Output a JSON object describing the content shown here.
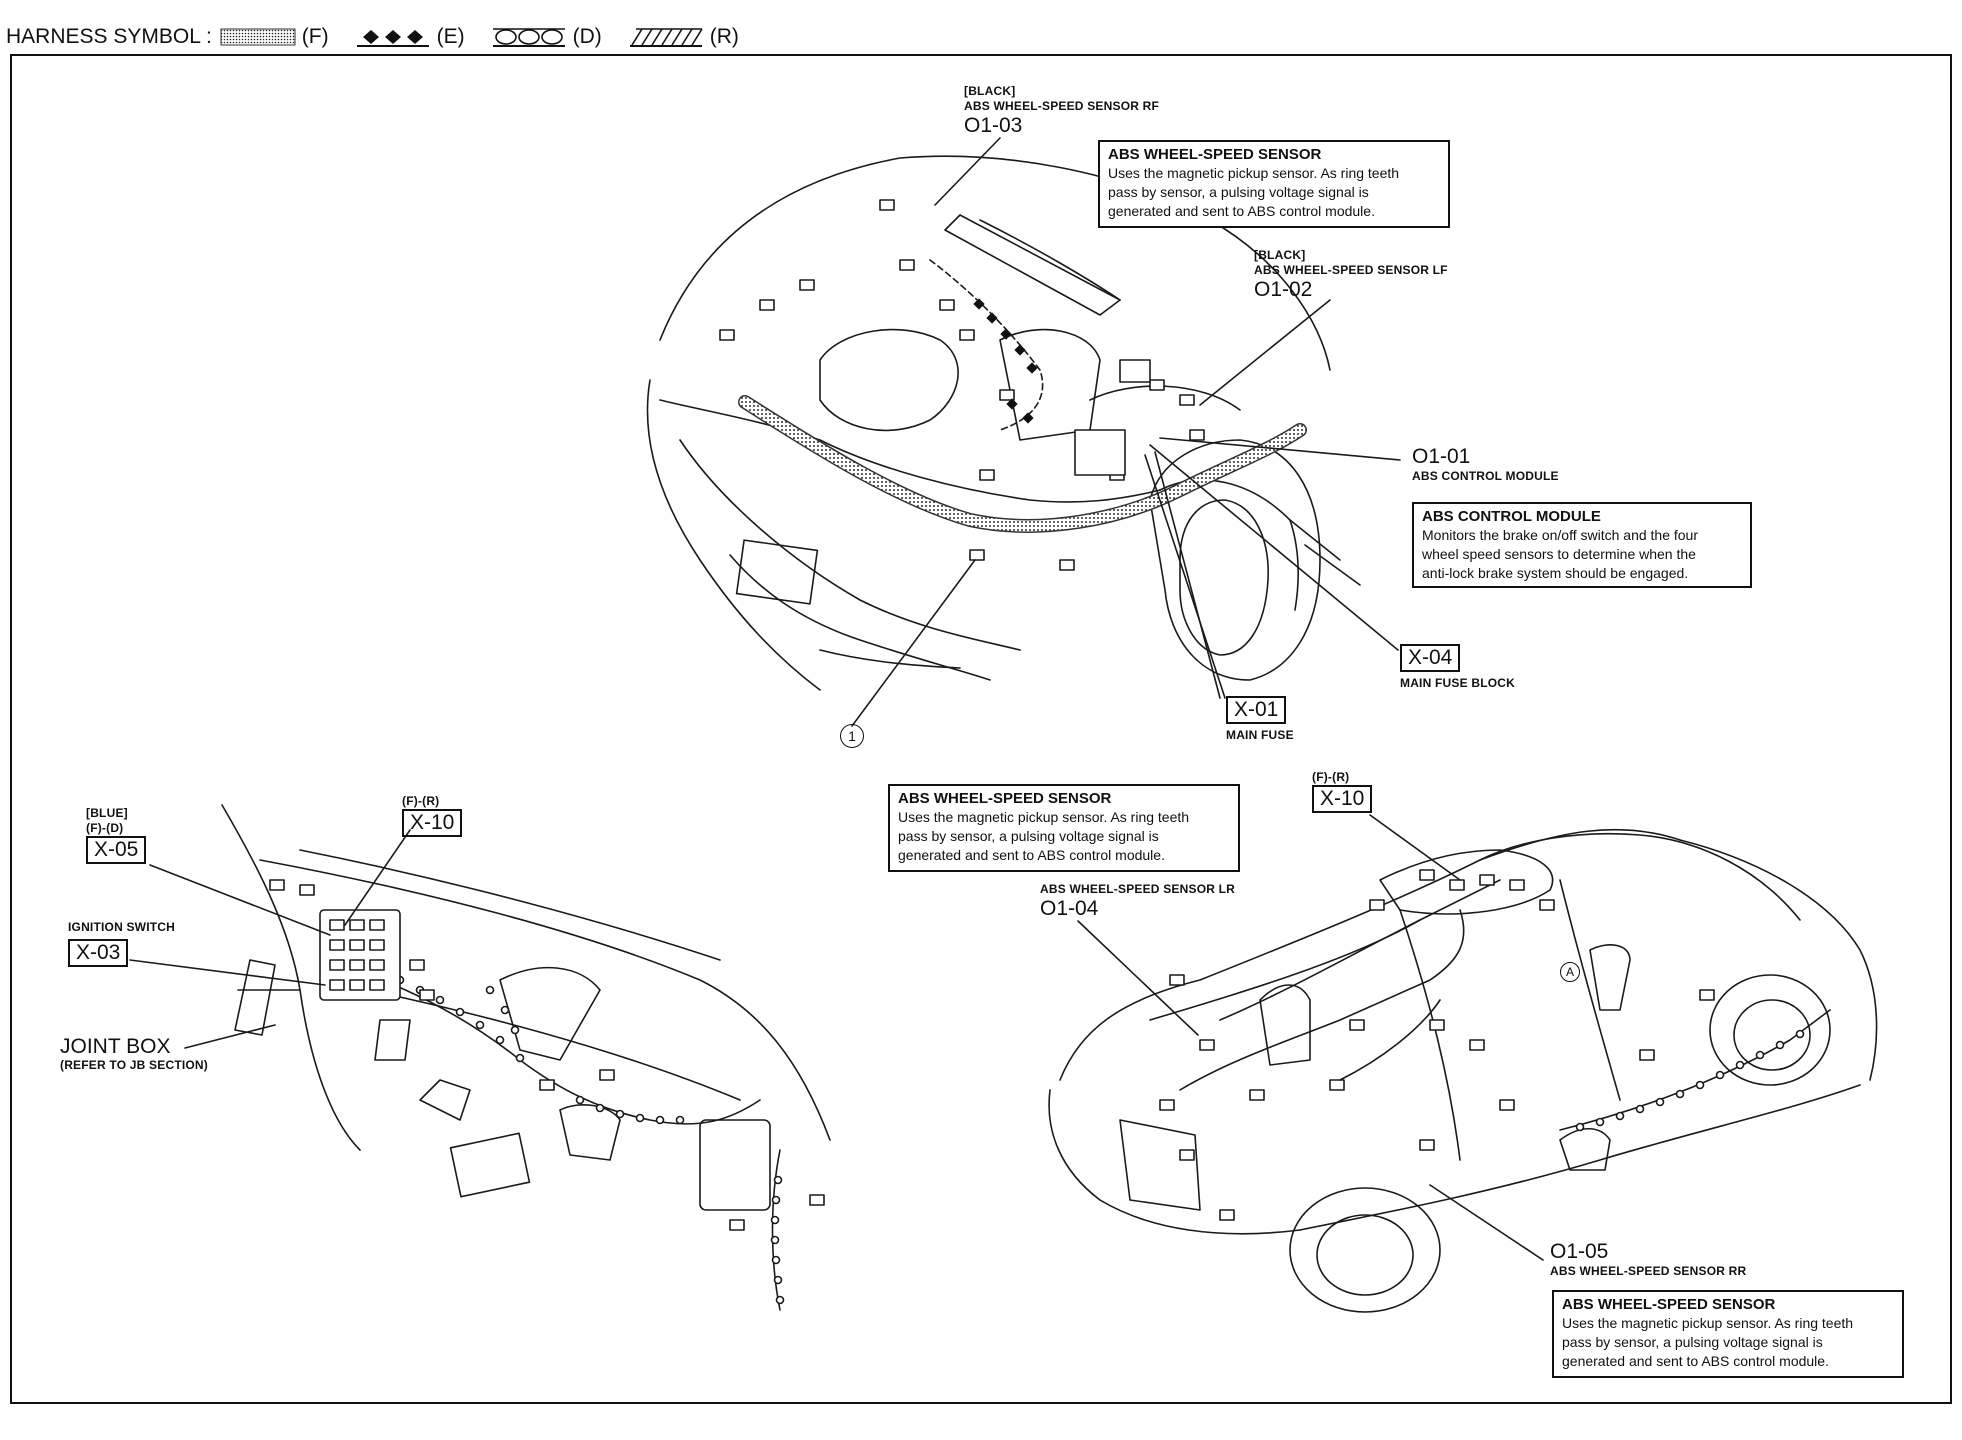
{
  "legend": {
    "title": "HARNESS SYMBOL :",
    "items": [
      {
        "code": "(F)"
      },
      {
        "code": "(E)"
      },
      {
        "code": "(D)"
      },
      {
        "code": "(R)"
      }
    ]
  },
  "engine_view": {
    "rf": {
      "color": "[BLACK]",
      "name": "ABS WHEEL-SPEED SENSOR RF",
      "id": "O1-03"
    },
    "lf": {
      "color": "[BLACK]",
      "name": "ABS WHEEL-SPEED SENSOR LF",
      "id": "O1-02"
    },
    "module": {
      "id": "O1-01",
      "name": "ABS CONTROL MODULE"
    },
    "fuse_block": {
      "id": "X-04",
      "name": "MAIN FUSE BLOCK"
    },
    "main_fuse": {
      "id": "X-01",
      "name": "MAIN FUSE"
    },
    "marker": "1",
    "note_sensor": {
      "title": "ABS WHEEL-SPEED SENSOR",
      "lines": [
        "Uses the magnetic pickup sensor. As ring teeth",
        "pass by sensor, a pulsing voltage signal is",
        "generated and sent to ABS control module."
      ]
    },
    "note_module": {
      "title": "ABS CONTROL MODULE",
      "lines": [
        "Monitors the brake on/off switch and the four",
        "wheel speed sensors to determine when the",
        "anti-lock brake system should be engaged."
      ]
    }
  },
  "dash_view": {
    "x05": {
      "color": "[BLUE]",
      "harness": "(F)-(D)",
      "id": "X-05"
    },
    "x10": {
      "harness": "(F)-(R)",
      "id": "X-10"
    },
    "x03": {
      "name": "IGNITION SWITCH",
      "id": "X-03"
    },
    "joint": {
      "name": "JOINT BOX",
      "ref": "(REFER TO JB SECTION)"
    }
  },
  "rear_view": {
    "x10": {
      "harness": "(F)-(R)",
      "id": "X-10"
    },
    "lr": {
      "name": "ABS WHEEL-SPEED SENSOR LR",
      "id": "O1-04"
    },
    "rr": {
      "id": "O1-05",
      "name": "ABS WHEEL-SPEED SENSOR RR"
    },
    "marker": "A",
    "note_sensor": {
      "title": "ABS WHEEL-SPEED SENSOR",
      "lines": [
        "Uses the magnetic pickup sensor. As ring teeth",
        "pass by sensor, a pulsing voltage signal is",
        "generated and sent to ABS control module."
      ]
    },
    "note_sensor_rr": {
      "title": "ABS WHEEL-SPEED SENSOR",
      "lines": [
        "Uses the magnetic pickup sensor. As ring teeth",
        "pass by sensor, a pulsing voltage signal is",
        "generated and sent to ABS control module."
      ]
    }
  }
}
